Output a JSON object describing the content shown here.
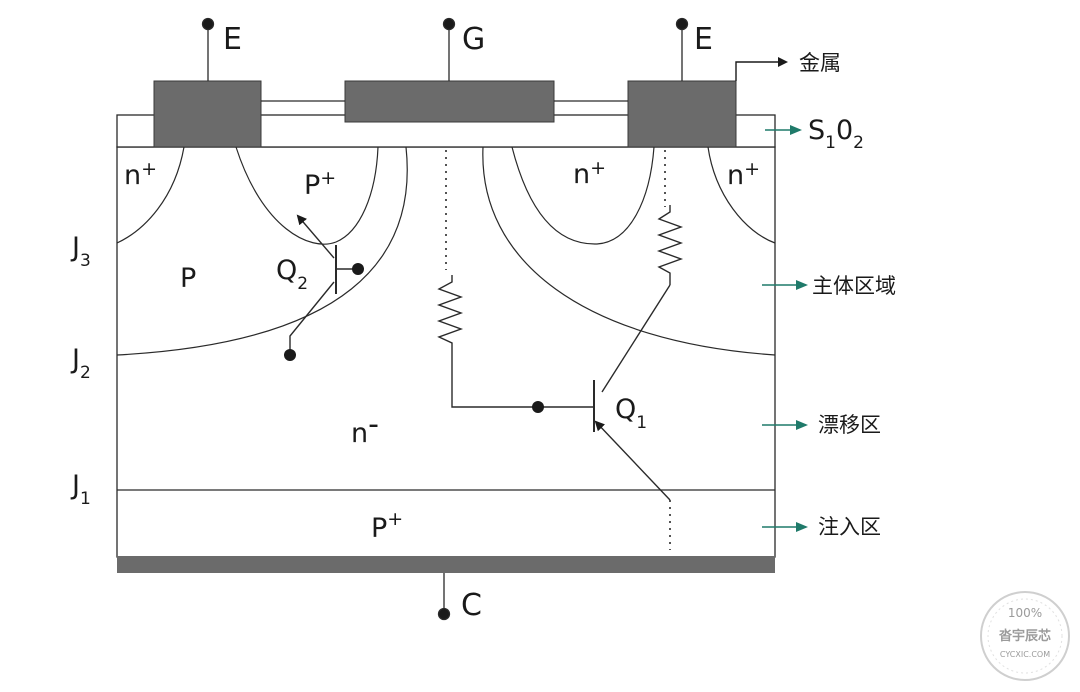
{
  "terminals": {
    "emitter_left": "E",
    "gate": "G",
    "emitter_right": "E",
    "collector": "C"
  },
  "regions": {
    "n_plus": "n",
    "n_plus_sup": "+",
    "p_plus": "P",
    "p_plus_sup": "+",
    "p_body": "P",
    "n_drift": "n",
    "n_drift_sup": "-",
    "p_substrate": "P",
    "p_substrate_sup": "+"
  },
  "junctions": {
    "j3": {
      "letter": "J",
      "index": "3"
    },
    "j2": {
      "letter": "J",
      "index": "2"
    },
    "j1": {
      "letter": "J",
      "index": "1"
    }
  },
  "transistors": {
    "q1": {
      "letter": "Q",
      "index": "1"
    },
    "q2": {
      "letter": "Q",
      "index": "2"
    }
  },
  "callouts": {
    "metal": "金属",
    "oxide_main": "S",
    "oxide_sub1": "1",
    "oxide_o": "0",
    "oxide_sub2": "2",
    "body_region": "主体区域",
    "drift_region": "漂移区",
    "injection_region": "注入区"
  },
  "watermark": {
    "percent": "100%",
    "brand": "沓宇辰芯",
    "site": "CYCXIC.COM"
  },
  "colors": {
    "metal": "#6b6b6b",
    "line": "#2a2a2a",
    "arrow_teal": "#1f7a6a",
    "background": "#ffffff"
  }
}
